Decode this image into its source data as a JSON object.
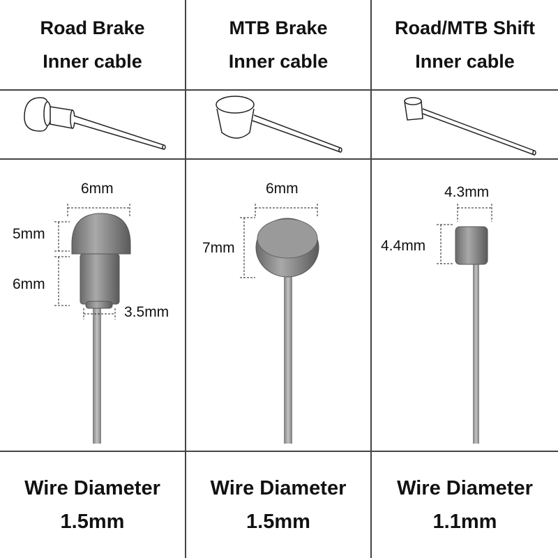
{
  "columns": [
    {
      "title_line1": "Road Brake",
      "title_line2": "Inner cable",
      "dims": {
        "head_width": "6mm",
        "head_height": "5mm",
        "barrel_height": "6mm",
        "barrel_width": "3.5mm"
      },
      "footer_line1": "Wire Diameter",
      "footer_line2": "1.5mm"
    },
    {
      "title_line1": "MTB Brake",
      "title_line2": "Inner cable",
      "dims": {
        "head_width": "6mm",
        "head_height": "7mm"
      },
      "footer_line1": "Wire Diameter",
      "footer_line2": "1.5mm"
    },
    {
      "title_line1": "Road/MTB Shift",
      "title_line2": "Inner cable",
      "dims": {
        "head_width": "4.3mm",
        "head_height": "4.4mm"
      },
      "footer_line1": "Wire Diameter",
      "footer_line2": "1.1mm"
    }
  ],
  "colors": {
    "grid_line": "#444444",
    "metal": "#8e8e8e",
    "metal_dark": "#5e5e5e",
    "text": "#111111"
  }
}
